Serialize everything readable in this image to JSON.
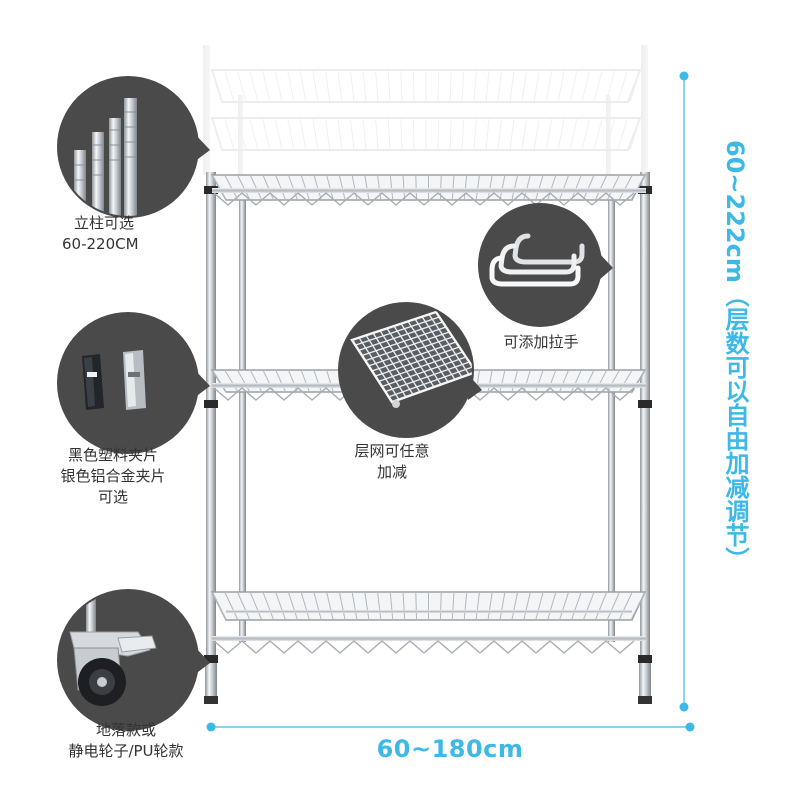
{
  "colors": {
    "accent": "#3cb9e6",
    "callout_bg": "#4a4a4a",
    "chrome": "#c8ccd0",
    "caption": "#333333"
  },
  "callouts": {
    "post": {
      "line1": "立柱可选",
      "line2": "60-220CM",
      "icon": "chrome-posts-icon"
    },
    "clip": {
      "line1": "黑色塑料夹片",
      "line2": "银色铝合金夹片",
      "line3": "可选",
      "icon": "shelf-clips-icon"
    },
    "caster": {
      "line1": "地落款或",
      "line2": "静电轮子/PU轮款",
      "icon": "caster-wheel-icon"
    },
    "handle": {
      "line1": "可添加拉手",
      "icon": "shelf-handle-icon"
    },
    "mesh": {
      "line1": "层网可任意",
      "line2": "加减",
      "icon": "wire-mesh-icon"
    }
  },
  "dimensions": {
    "width_label": "60~180cm",
    "height_label": "60~222cm（层数可以自由加减调节）"
  }
}
